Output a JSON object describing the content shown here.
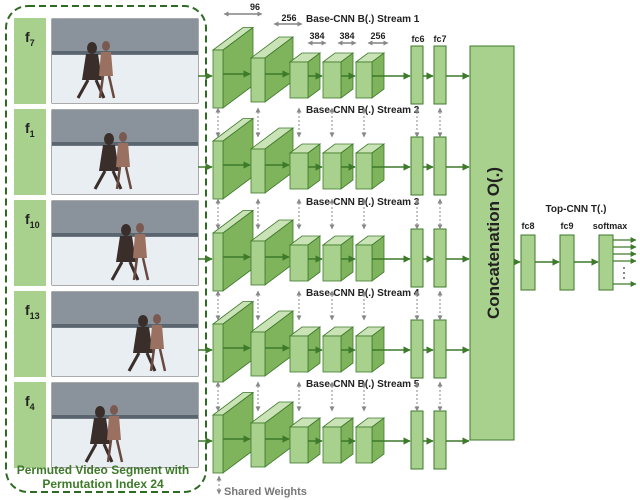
{
  "frames": [
    {
      "label": "f",
      "sub": "7"
    },
    {
      "label": "f",
      "sub": "1"
    },
    {
      "label": "f",
      "sub": "10"
    },
    {
      "label": "f",
      "sub": "13"
    },
    {
      "label": "f",
      "sub": "4"
    }
  ],
  "segment_caption_line1": "Permuted Video Segment with",
  "segment_caption_line2": "Permutation Index 24",
  "streams": [
    "Base-CNN B(.)  Stream 1",
    "Base-CNN B(.)  Stream 2",
    "Base-CNN B(.)  Stream  3",
    "Base-CNN B(.) Stream 4",
    "Base-CNN B(.) Stream 5"
  ],
  "dims": {
    "d96": "96",
    "d256a": "256",
    "d384a": "384",
    "d384b": "384",
    "d256b": "256"
  },
  "fc_labels": {
    "fc6": "fc6",
    "fc7": "fc7",
    "fc8": "fc8",
    "fc9": "fc9",
    "softmax": "softmax"
  },
  "concat_label": "Concatenation  O(.)",
  "top_cnn_label": "Top-CNN T(.)",
  "shared_weights_label": "Shared Weights",
  "colors": {
    "frame_panel": "#a9d18e",
    "box_front": "#a9d18e",
    "box_top": "#c9e3b6",
    "box_side": "#7fb35c",
    "edge": "#3d7a2a",
    "arrow": "#3d7a2a",
    "dashed": "#2e6b22"
  }
}
